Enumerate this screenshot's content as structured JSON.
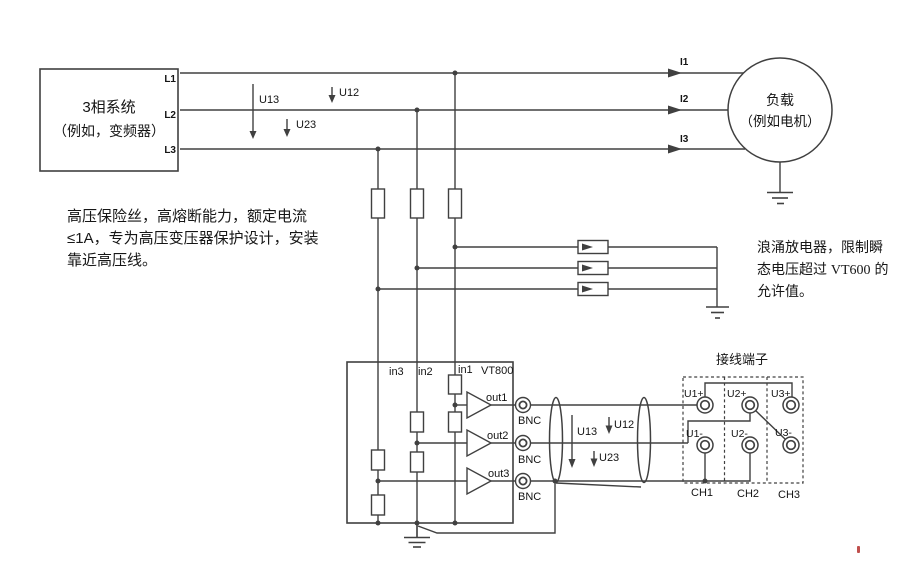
{
  "source": {
    "name_line1": "3相系统",
    "name_line2": "（例如，变频器）",
    "terminals": [
      "L1",
      "L2",
      "L3"
    ]
  },
  "load": {
    "name_line1": "负载",
    "name_line2": "（例如电机）",
    "currents": [
      "I1",
      "I2",
      "I3"
    ]
  },
  "hv_voltages": [
    "U13",
    "U12",
    "U23"
  ],
  "fuse_note": {
    "line1": "高压保险丝，高熔断能力，额定电流",
    "line2": "≤1A，专为高压变压器保护设计，安装",
    "line3": "靠近高压线。"
  },
  "surge_note": {
    "line1": "浪涌放电器，限制瞬",
    "line2_pre": "态电压超过 ",
    "line2_model": "VT600",
    "line2_post": " 的",
    "line3": "允许值。"
  },
  "vt800": {
    "model": "VT800",
    "inputs": [
      "in3",
      "in2",
      "in1"
    ],
    "outputs": [
      "out1",
      "out2",
      "out3"
    ],
    "connector": "BNC"
  },
  "cable_voltages": [
    "U13",
    "U12",
    "U23"
  ],
  "terminal_block": {
    "title": "接线端子",
    "positive": [
      "U1+",
      "U2+",
      "U3+"
    ],
    "negative": [
      "U1-",
      "U2-",
      "U3-"
    ],
    "channels": [
      "CH1",
      "CH2",
      "CH3"
    ]
  },
  "colors": {
    "line": "#404040",
    "text": "#141414",
    "mark": "#c0504d"
  }
}
